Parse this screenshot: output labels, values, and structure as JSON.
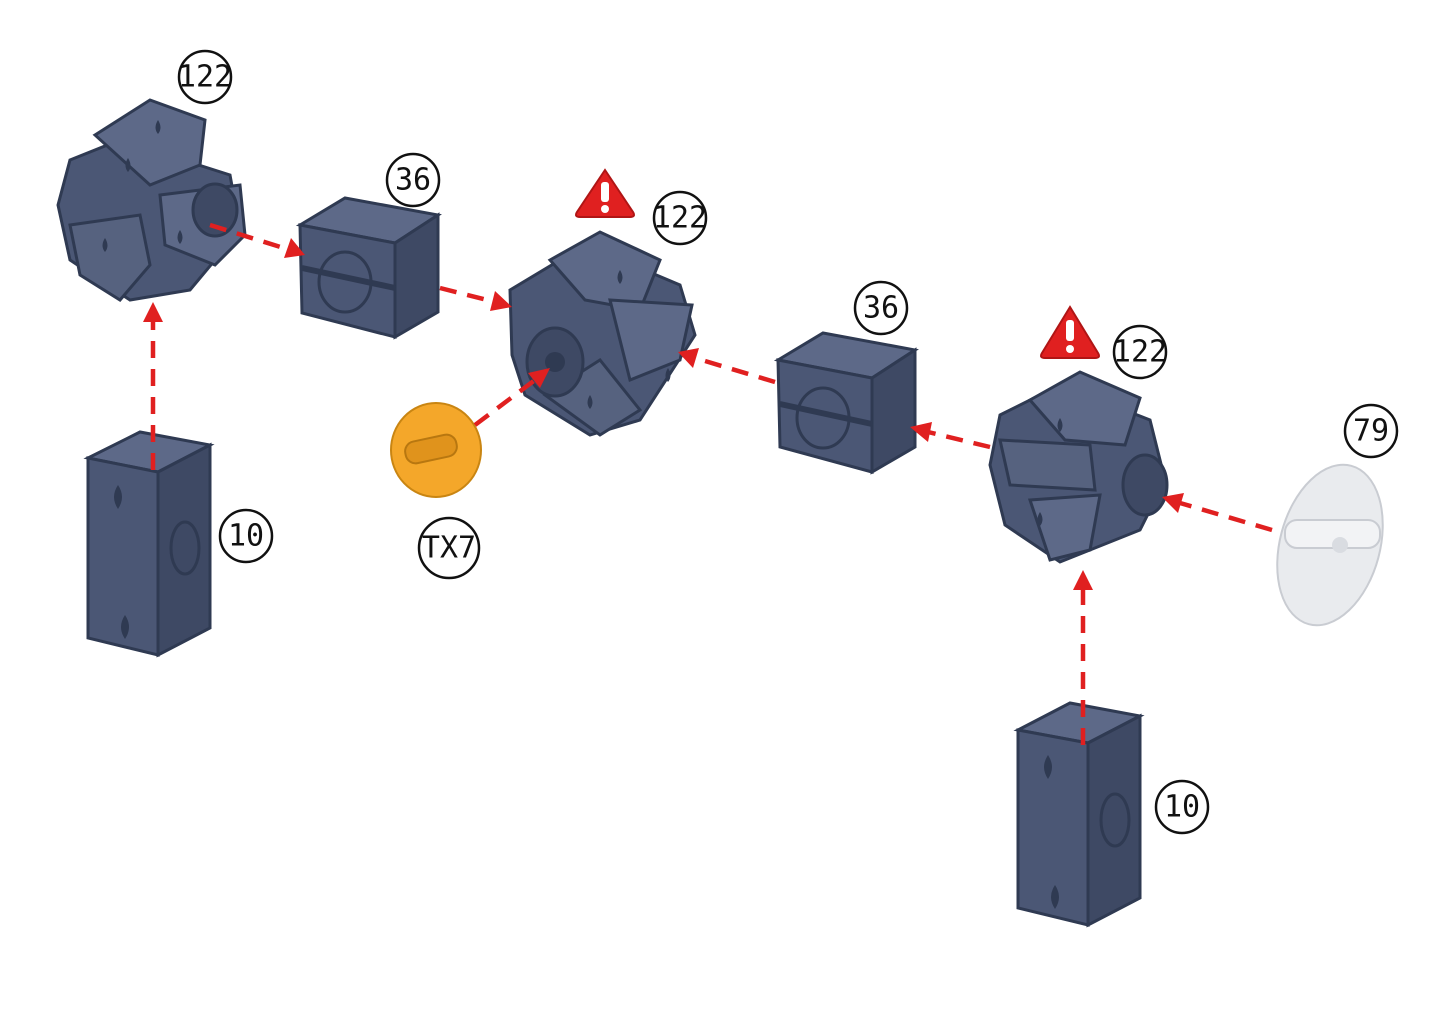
{
  "diagram": {
    "colors": {
      "part_body": "#4b5775",
      "part_edge": "#2f3a52",
      "part_light": "#5d6988",
      "arrow": "#e02020",
      "warning": "#e02020",
      "disc_orange": "#f4a72a",
      "disc_clear": "#e9ebee"
    },
    "labels": {
      "hub_top_left": "122",
      "tube_left": "36",
      "hub_center": "122",
      "tube_right": "36",
      "hub_right": "122",
      "post_left": "10",
      "post_right": "10",
      "disc_orange": "TX7",
      "disc_clear": "79"
    },
    "icons": {
      "warning_center": "warning-icon",
      "warning_right": "warning-icon"
    }
  }
}
